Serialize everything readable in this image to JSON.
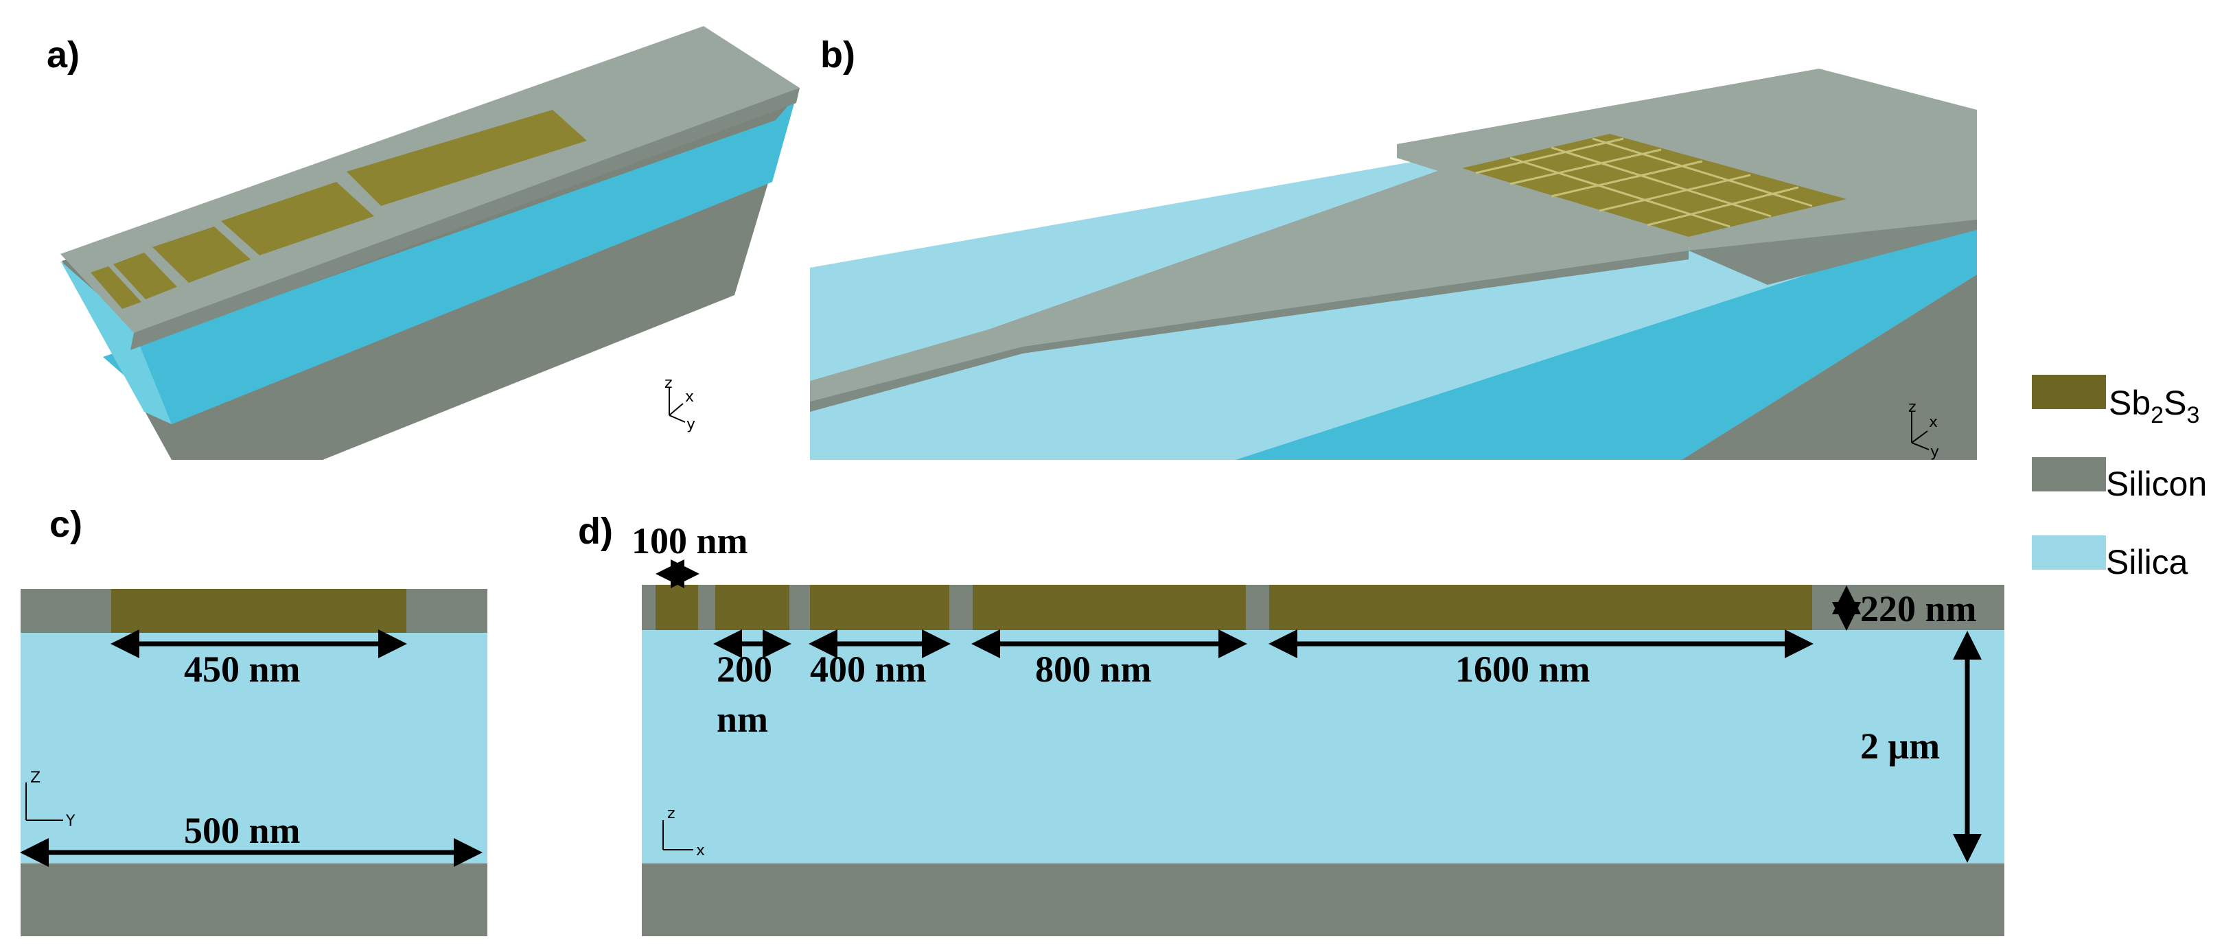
{
  "panels": {
    "a": "a)",
    "b": "b)",
    "c": "c)",
    "d": "d)"
  },
  "colors": {
    "sb2s3": "#6e6624",
    "sb2s3_3d": "#8c8430",
    "silicon": "#7b847b",
    "silicon_3d_top": "#9aa79f",
    "silica": "#9bd9e8",
    "silica_3d": "#44bcd8"
  },
  "legend": {
    "sb2s3_main": "Sb",
    "sb2s3_sub1": "2",
    "sb2s3_mid": "S",
    "sb2s3_sub2": "3",
    "silicon": "Silicon",
    "silica": "Silica"
  },
  "axes_3d": {
    "z": "z",
    "x": "x",
    "y": "y"
  },
  "axes_c": {
    "z": "Z",
    "y": "Y"
  },
  "axes_d": {
    "z": "z",
    "x": "x"
  },
  "panel_c": {
    "width_strip": "450 nm",
    "width_wg": "500 nm"
  },
  "panel_d": {
    "gap": "100 nm",
    "seg1_line1": "200",
    "seg1_line2": "nm",
    "seg2": "400 nm",
    "seg3": "800 nm",
    "seg4": "1600 nm",
    "thickness": "220 nm",
    "box": "2 μm"
  }
}
